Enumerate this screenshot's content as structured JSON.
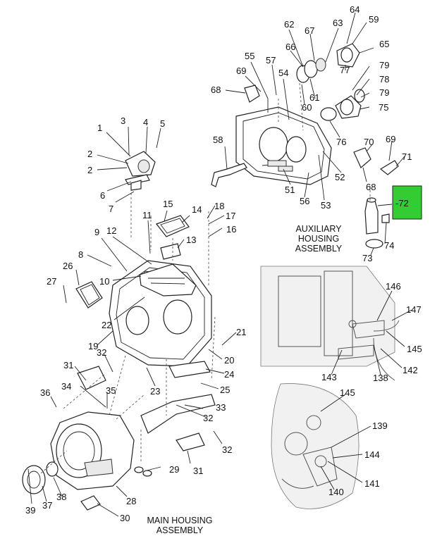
{
  "highlight": {
    "label": "-72",
    "color": "#33cc33"
  },
  "captions": {
    "aux_line1": "AUXILIARY",
    "aux_line2": "HOUSING",
    "aux_line3": "ASSEMBLY",
    "main_line1": "MAIN HOUSING",
    "main_line2": "ASSEMBLY"
  },
  "callouts": {
    "c1": "1",
    "c2a": "2",
    "c2b": "2",
    "c3": "3",
    "c4": "4",
    "c5": "5",
    "c6": "6",
    "c7": "7",
    "c8": "8",
    "c9": "9",
    "c10": "10",
    "c11": "11",
    "c12": "12",
    "c13": "13",
    "c14": "14",
    "c15": "15",
    "c16": "16",
    "c17": "17",
    "c18": "18",
    "c19": "19",
    "c20": "20",
    "c21": "21",
    "c22": "22",
    "c23": "23",
    "c24": "24",
    "c25": "25",
    "c26": "26",
    "c27": "27",
    "c28": "28",
    "c29": "29",
    "c30": "30",
    "c31a": "31",
    "c31b": "31",
    "c32a": "32",
    "c32b": "32",
    "c32c": "32",
    "c33": "33",
    "c34": "34",
    "c35": "35",
    "c36": "36",
    "c37": "37",
    "c38": "38",
    "c39": "39",
    "c51": "51",
    "c52": "52",
    "c53": "53",
    "c54": "54",
    "c55": "55",
    "c56": "56",
    "c57": "57",
    "c58": "58",
    "c59": "59",
    "c60": "60",
    "c61": "61",
    "c62": "62",
    "c63": "63",
    "c64": "64",
    "c65": "65",
    "c66": "66",
    "c67": "67",
    "c68a": "68",
    "c68b": "68",
    "c69a": "69",
    "c69b": "69",
    "c70": "70",
    "c71": "71",
    "c73": "73",
    "c74": "74",
    "c75": "75",
    "c76": "76",
    "c77": "77",
    "c78": "78",
    "c79a": "79",
    "c79b": "79",
    "c138": "138",
    "c139": "139",
    "c140": "140",
    "c141": "141",
    "c142": "142",
    "c143": "143",
    "c144": "144",
    "c145a": "145",
    "c145b": "145",
    "c146": "146",
    "c147": "147"
  }
}
